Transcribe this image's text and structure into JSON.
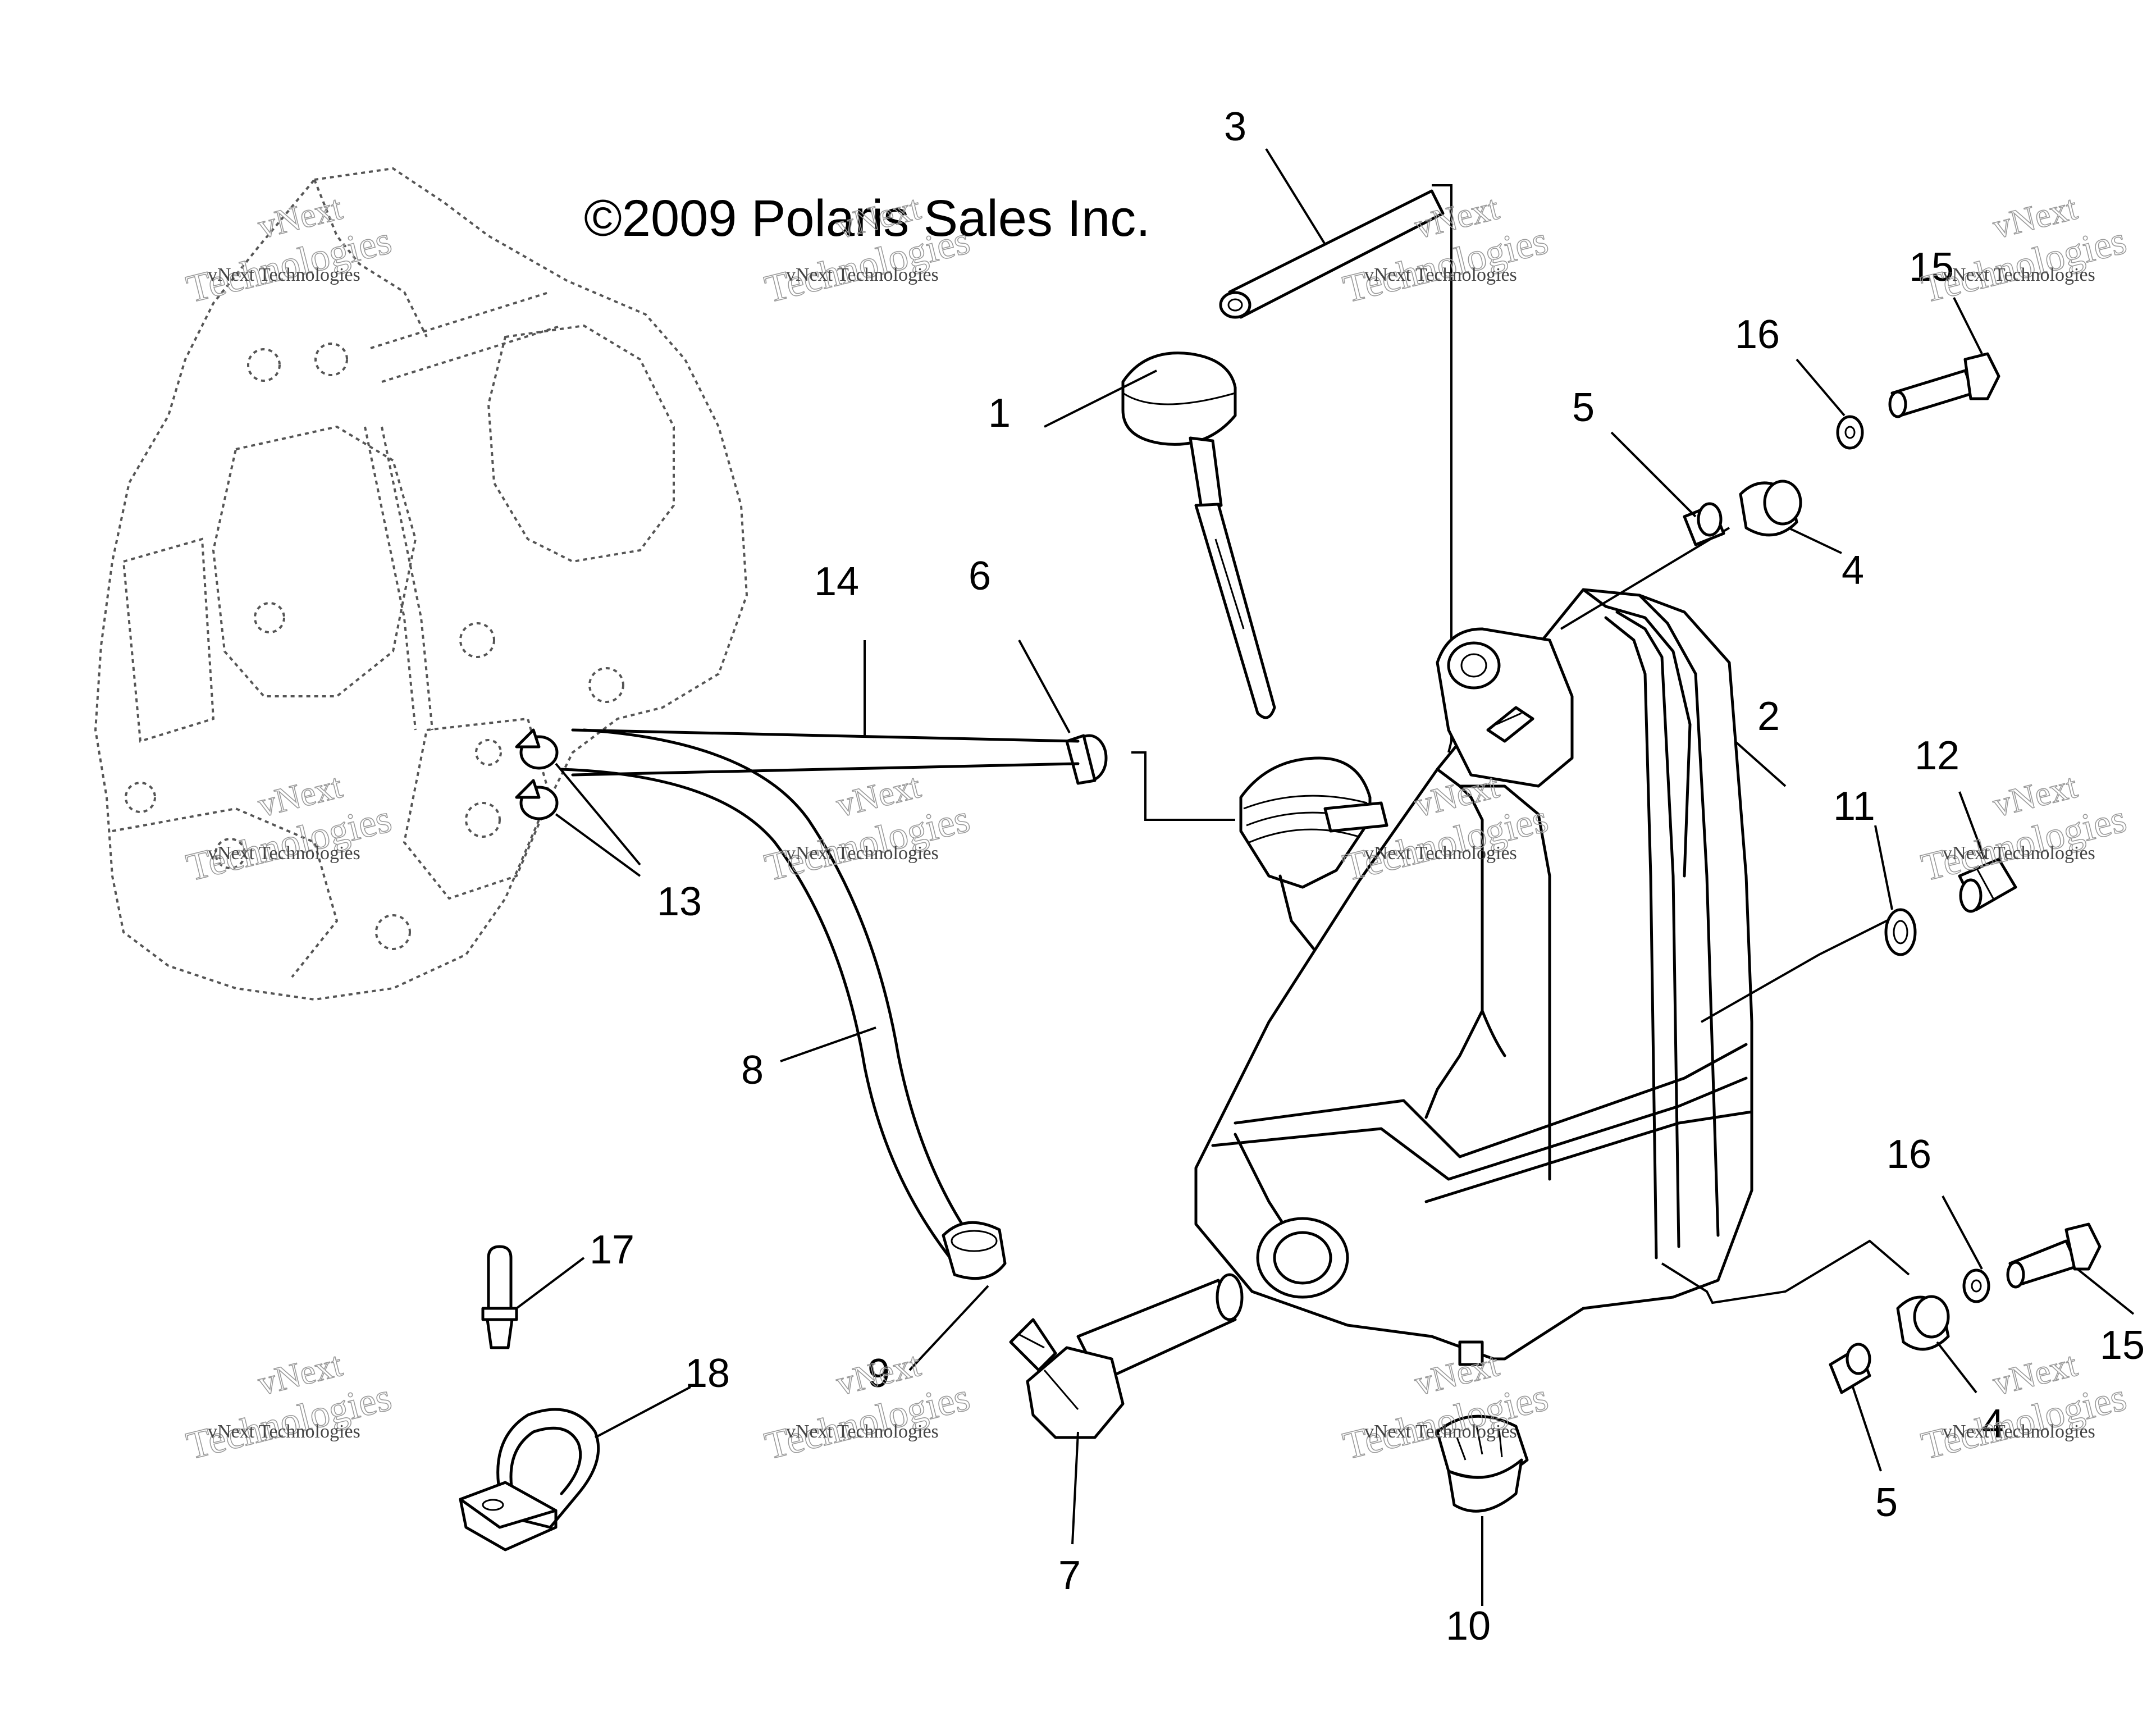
{
  "copyright": "©2009 Polaris Sales Inc.",
  "watermark": {
    "line1": "vNext",
    "line2": "Technologies",
    "small": "vNext Technologies"
  },
  "callouts": {
    "c1": "1",
    "c2": "2",
    "c3": "3",
    "c4a": "4",
    "c4b": "4",
    "c5a": "5",
    "c5b": "5",
    "c6": "6",
    "c7": "7",
    "c8": "8",
    "c9": "9",
    "c10": "10",
    "c11": "11",
    "c12": "12",
    "c13": "13",
    "c14": "14",
    "c15a": "15",
    "c15b": "15",
    "c16a": "16",
    "c16b": "16",
    "c17": "17",
    "c18": "18"
  },
  "colors": {
    "line": "#000000",
    "engine_outline": "#555555",
    "watermark": "#9a9a9a",
    "background": "#ffffff"
  }
}
